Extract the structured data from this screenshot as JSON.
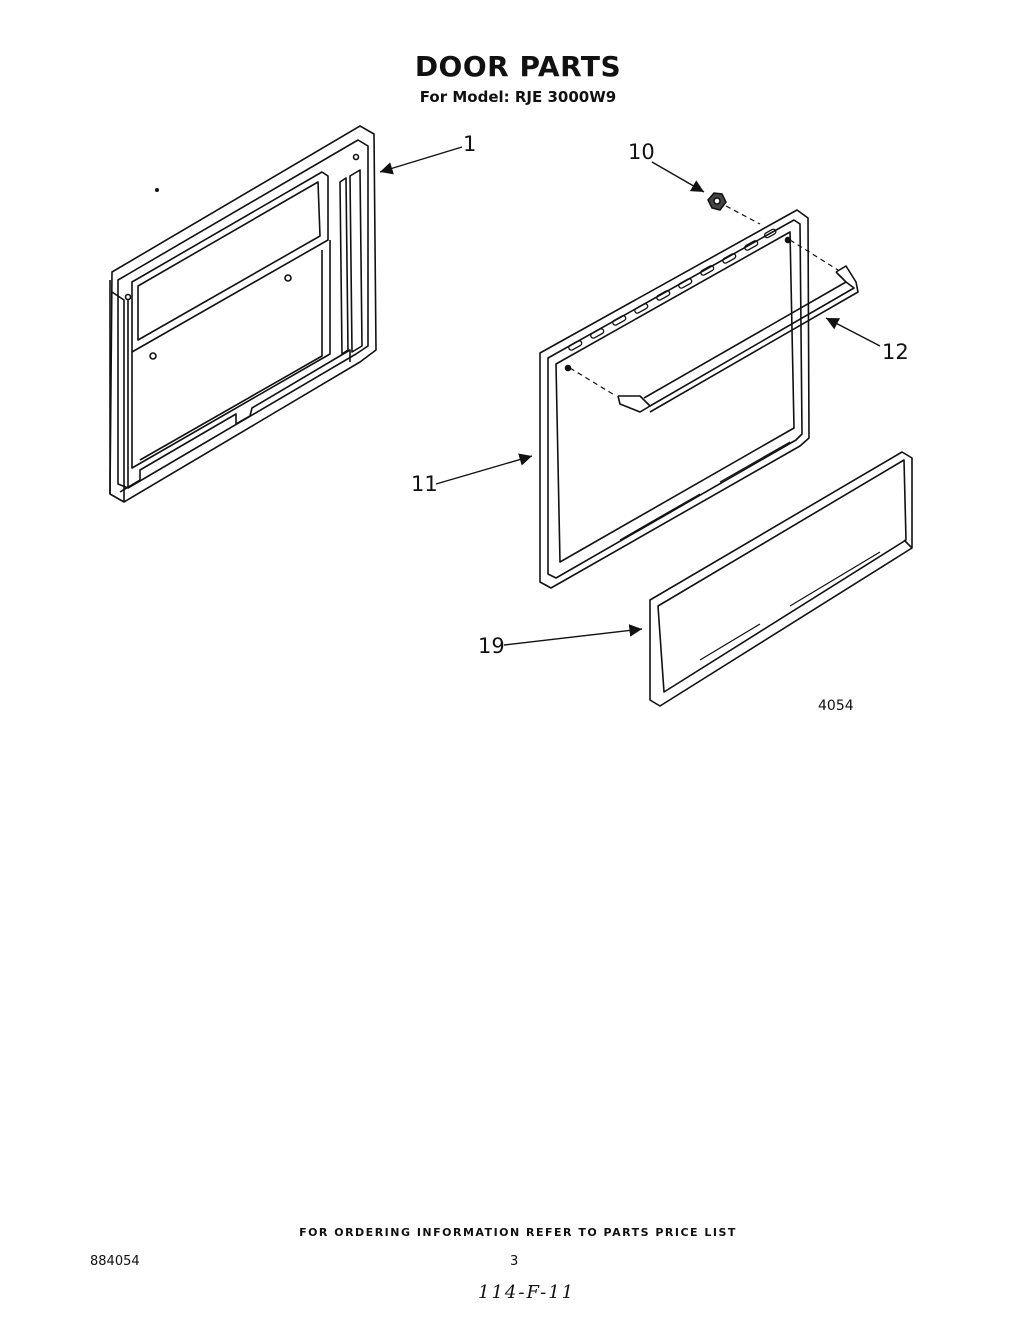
{
  "header": {
    "title": "DOOR PARTS",
    "subtitle": "For Model: RJE 3000W9"
  },
  "callouts": {
    "part_1": "1",
    "part_10": "10",
    "part_11": "11",
    "part_12": "12",
    "part_19": "19"
  },
  "figure_number": "4054",
  "footer": {
    "ordering_note": "FOR ORDERING INFORMATION REFER TO PARTS PRICE LIST",
    "document_number": "884054",
    "page_number": "3",
    "handwritten_note": "114-F-11"
  }
}
